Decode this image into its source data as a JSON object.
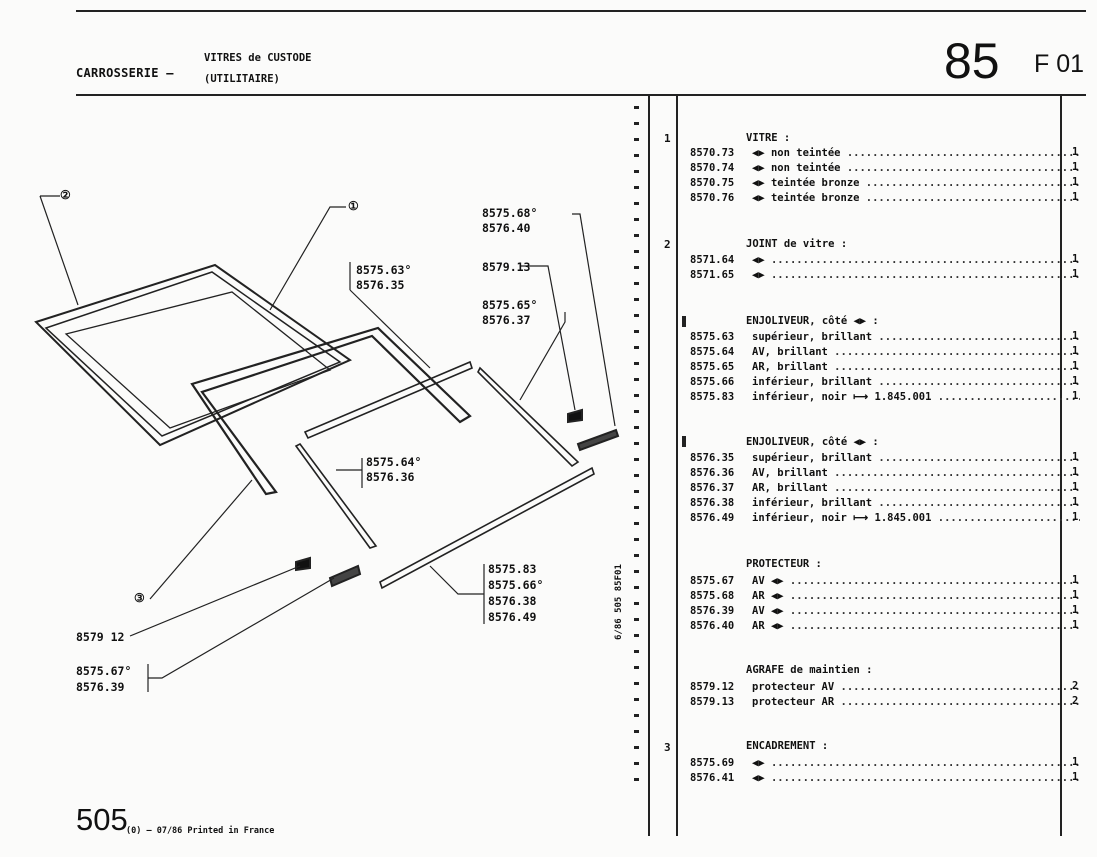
{
  "header": {
    "section": "CARROSSERIE –",
    "subtitle_line1": "VITRES de CUSTODE",
    "subtitle_line2": "(UTILITAIRE)",
    "page_group": "85",
    "page_code": "F 01"
  },
  "side_code": "6/86 505 85F01",
  "diagram": {
    "callouts": [
      "②",
      "①",
      "③"
    ],
    "labels": {
      "l1": "8575.68°",
      "l2": "8576.40",
      "l3": "8575.63°",
      "l4": "8576.35",
      "l5": "8579.13",
      "l6": "8575.65°",
      "l7": "8576.37",
      "l8": "8575.64°",
      "l9": "8576.36",
      "l10": "8575.83",
      "l11": "8575.66°",
      "l12": "8576.38",
      "l13": "8576.49",
      "l14": "8579 12",
      "l15": "8575.67°",
      "l16": "8576.39"
    }
  },
  "parts": {
    "g1": {
      "num": "1",
      "title": "VITRE :",
      "rows": [
        {
          "ref": "8570.73",
          "desc": "◀▶ non teintée",
          "qty": "1"
        },
        {
          "ref": "8570.74",
          "desc": "◀▶ non teintée",
          "qty": "1"
        },
        {
          "ref": "8570.75",
          "desc": "◀▶ teintée bronze",
          "qty": "1"
        },
        {
          "ref": "8570.76",
          "desc": "◀▶ teintée bronze",
          "qty": "1"
        }
      ]
    },
    "g2": {
      "num": "2",
      "title": "JOINT de vitre :",
      "rows": [
        {
          "ref": "8571.64",
          "desc": "◀▶",
          "qty": "1"
        },
        {
          "ref": "8571.65",
          "desc": "◀▶",
          "qty": "1"
        }
      ]
    },
    "g3": {
      "title": "ENJOLIVEUR, côté ◀▶ :",
      "rows": [
        {
          "ref": "8575.63",
          "desc": "supérieur, brillant",
          "qty": "1"
        },
        {
          "ref": "8575.64",
          "desc": "AV, brillant",
          "qty": "1"
        },
        {
          "ref": "8575.65",
          "desc": "AR, brillant",
          "qty": "1"
        },
        {
          "ref": "8575.66",
          "desc": "inférieur, brillant",
          "qty": "1"
        },
        {
          "ref": "8575.83",
          "desc": "inférieur, noir ⟼ 1.845.001",
          "qty": "1"
        }
      ]
    },
    "g4": {
      "title": "ENJOLIVEUR, côté ◀▶ :",
      "rows": [
        {
          "ref": "8576.35",
          "desc": "supérieur, brillant",
          "qty": "1"
        },
        {
          "ref": "8576.36",
          "desc": "AV, brillant",
          "qty": "1"
        },
        {
          "ref": "8576.37",
          "desc": "AR, brillant",
          "qty": "1"
        },
        {
          "ref": "8576.38",
          "desc": "inférieur, brillant",
          "qty": "1"
        },
        {
          "ref": "8576.49",
          "desc": "inférieur, noir ⟼ 1.845.001",
          "qty": "1"
        }
      ]
    },
    "g5": {
      "title": "PROTECTEUR :",
      "rows": [
        {
          "ref": "8575.67",
          "desc": "AV ◀▶",
          "qty": "1"
        },
        {
          "ref": "8575.68",
          "desc": "AR ◀▶",
          "qty": "1"
        },
        {
          "ref": "8576.39",
          "desc": "AV ◀▶",
          "qty": "1"
        },
        {
          "ref": "8576.40",
          "desc": "AR ◀▶",
          "qty": "1"
        }
      ]
    },
    "g6": {
      "title": "AGRAFE de maintien :",
      "rows": [
        {
          "ref": "8579.12",
          "desc": "protecteur AV",
          "qty": "2"
        },
        {
          "ref": "8579.13",
          "desc": "protecteur AR",
          "qty": "2"
        }
      ]
    },
    "g7": {
      "num": "3",
      "title": "ENCADREMENT :",
      "rows": [
        {
          "ref": "8575.69",
          "desc": "◀▶",
          "qty": "1"
        },
        {
          "ref": "8576.41",
          "desc": "◀▶",
          "qty": "1"
        }
      ]
    }
  },
  "footer": {
    "page_number": "505",
    "print_info": "(0) – 07/86 Printed in France"
  }
}
